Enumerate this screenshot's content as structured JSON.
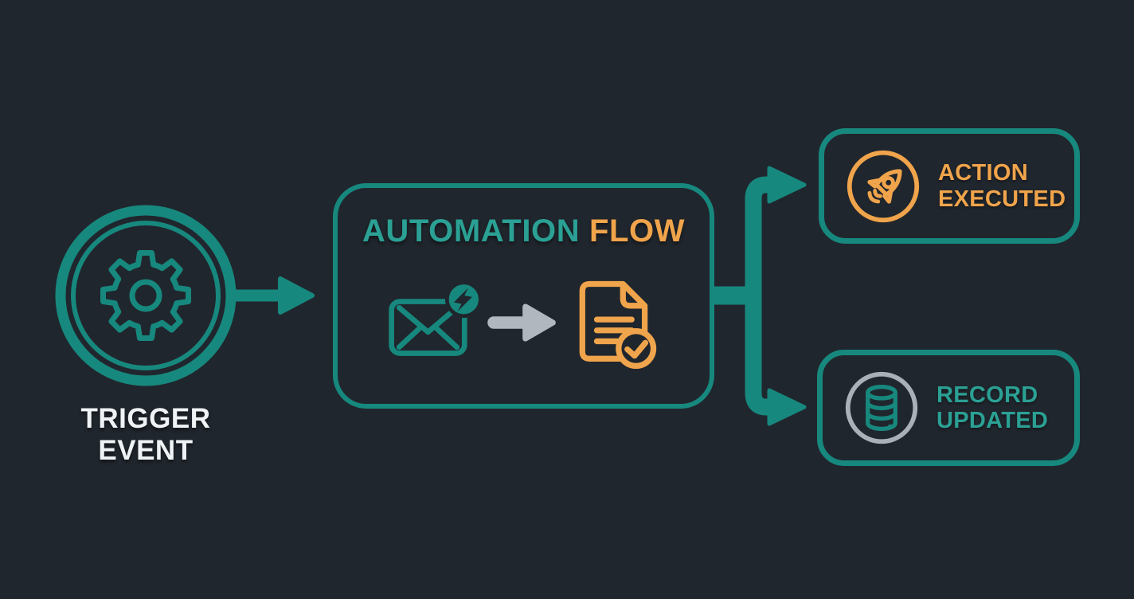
{
  "colors": {
    "background": "#20262D",
    "teal": "#17887E",
    "teal_text": "#2BA094",
    "orange": "#F0A44B",
    "gray": "#B1B7BF",
    "gray_ring": "#A9B0B8",
    "white": "#F0F3F5"
  },
  "trigger": {
    "icon": "gear-icon",
    "line1": "TRIGGER",
    "line2": "EVENT"
  },
  "flow_box": {
    "title_part1": "AUTOMATION",
    "title_part2": "FLOW",
    "icons": [
      "mail-lightning-icon",
      "arrow-right-icon",
      "document-check-icon"
    ]
  },
  "outputs": [
    {
      "id": "action-executed",
      "icon": "rocket-icon",
      "line1": "ACTION",
      "line2": "EXECUTED",
      "text_color": "#F0A44B"
    },
    {
      "id": "record-updated",
      "icon": "database-icon",
      "line1": "RECORD",
      "line2": "UPDATED",
      "text_color": "#2BA094"
    }
  ],
  "connectors": [
    {
      "name": "trigger-to-flow-arrow",
      "color": "#17887E"
    },
    {
      "name": "flow-branch-to-action-arrow",
      "color": "#17887E"
    },
    {
      "name": "flow-branch-to-record-arrow",
      "color": "#17887E"
    }
  ]
}
